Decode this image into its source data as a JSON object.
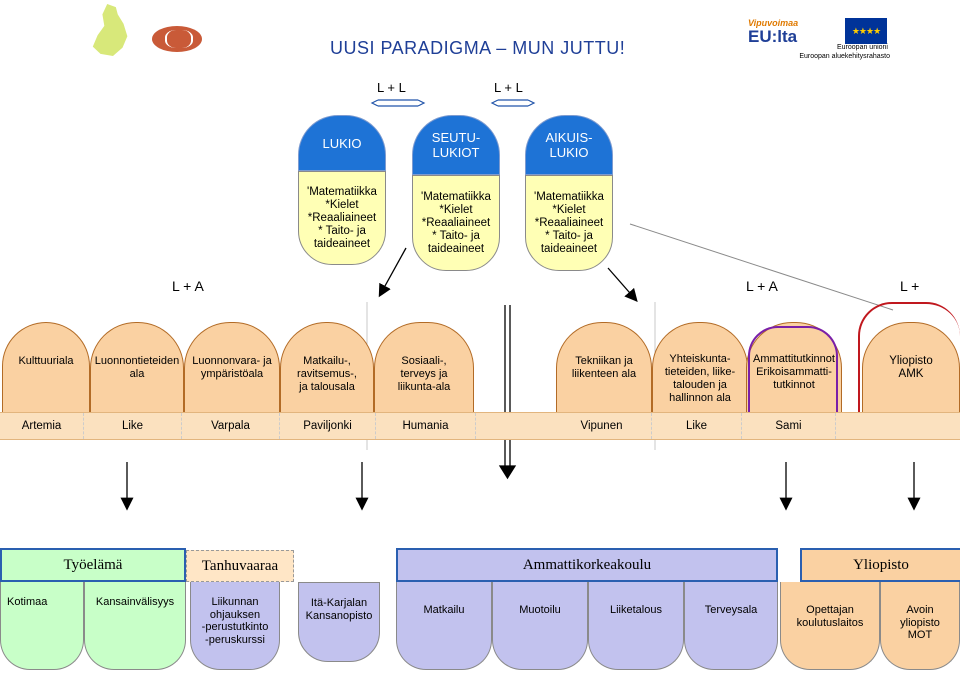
{
  "title": "UUSI PARADIGMA – MUN JUTTU!",
  "logos": {
    "vipuvoima": "Vipuvoimaa",
    "euita": "EU:lta",
    "eu_line1": "Euroopan unioni",
    "eu_line2": "Euroopan aluekehitysrahasto",
    "colors": {
      "finland_map": "#d8e87a",
      "oval": "#c95a38",
      "eu_flag": "#003399"
    }
  },
  "connectors": {
    "ll_1": "L + L",
    "ll_2": "L + L",
    "la_left": "L + A",
    "la_mid": "L + A",
    "la_right": "L +"
  },
  "schools": [
    {
      "name": "LUKIO",
      "subjects": "'Matematiikka\n*Kielet\n*Reaaliaineet\n* Taito- ja\ntaideaineet"
    },
    {
      "name": "SEUTU-\nLUKIOT",
      "subjects": "'Matematiikka\n*Kielet\n*Reaaliaineet\n* Taito- ja\ntaideaineet"
    },
    {
      "name": "AIKUIS-\nLUKIO",
      "subjects": "'Matematiikka\n*Kielet\n*Reaaliaineet\n* Taito- ja\ntaideaineet"
    }
  ],
  "fields": [
    "Kulttuuriala",
    "Luonnontieteiden\nala",
    "Luonnonvara- ja\nympäristöala",
    "Matkailu-,\nravitsemus-,\nja talousala",
    "Sosiaali-,\nterveys ja\nliikunta-ala",
    "Tekniikan ja\nliikenteen ala",
    "Yhteiskunta-\ntieteiden, liike-\ntalouden ja\nhallinnon ala",
    "Ammattitutkinnot\nErikoisammatti-\ntutkinnot",
    "Yliopisto\nAMK"
  ],
  "band": [
    "Artemia",
    "Like",
    "Varpala",
    "Paviljonki",
    "Humania",
    "Vipunen",
    "Like",
    "Sami"
  ],
  "bottom_heads": [
    "Työelämä",
    "Tanhuvaaraa",
    "Ammattikorkeakoulu",
    "Yliopisto"
  ],
  "bottom_items": [
    "Kotimaa",
    "Kansainvälisyys",
    "Liikunnan\nohjauksen\n-perustutkinto\n-peruskurssi",
    "Itä-Karjalan\nKansanopisto",
    "Matkailu",
    "Muotoilu",
    "Liiketalous",
    "Terveysala",
    "Opettajan\nkoulutuslaitos",
    "Avoin\nyliopisto\nMOT"
  ]
}
